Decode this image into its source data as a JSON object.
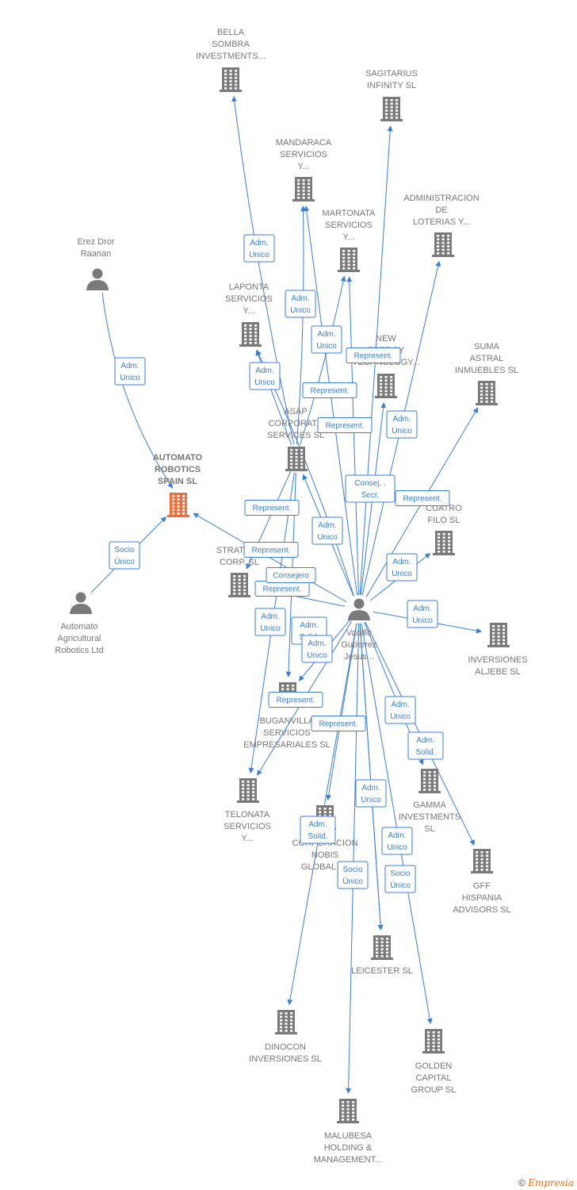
{
  "colors": {
    "edge": "#3b7fd4",
    "building": "#7a7a7a",
    "focus": "#f26b3a",
    "person": "#7a7a7a"
  },
  "footer": {
    "copyright": "©",
    "brand": "Empresia"
  },
  "nodes": [
    {
      "id": "bella",
      "kind": "building",
      "label": [
        "BELLA",
        "SOMBRA",
        "INVESTMENTS..."
      ]
    },
    {
      "id": "sagitarius",
      "kind": "building",
      "label": [
        "SAGITARIUS",
        "INFINITY SL"
      ]
    },
    {
      "id": "mandaraca",
      "kind": "building",
      "label": [
        "MANDARACA",
        "SERVICIOS",
        "Y..."
      ]
    },
    {
      "id": "martonata",
      "kind": "building",
      "label": [
        "MARTONATA",
        "SERVICIOS",
        "Y..."
      ]
    },
    {
      "id": "administracion",
      "kind": "building",
      "label": [
        "ADMINISTRACION",
        "DE",
        "LOTERIAS Y..."
      ]
    },
    {
      "id": "erez",
      "kind": "person",
      "label": [
        "Erez Dror",
        "Raanan"
      ]
    },
    {
      "id": "laponta",
      "kind": "building",
      "label": [
        "LAPONTA",
        "SERVICIOS",
        "Y..."
      ]
    },
    {
      "id": "newenergy",
      "kind": "building",
      "label": [
        "NEW",
        "ENERGY",
        "TECHNOLOGY..."
      ]
    },
    {
      "id": "suma",
      "kind": "building",
      "label": [
        "SUMA",
        "ASTRAL",
        "INMUEBLES SL"
      ]
    },
    {
      "id": "asap",
      "kind": "building",
      "label": [
        "ASAP",
        "CORPORATE",
        "SERVICES SL"
      ]
    },
    {
      "id": "automato",
      "kind": "focus",
      "label": [
        "AUTOMATO",
        "ROBOTICS",
        "SPAIN SL"
      ]
    },
    {
      "id": "cuatro",
      "kind": "building",
      "label": [
        "CUATRO",
        "FILO SL"
      ]
    },
    {
      "id": "strategy",
      "kind": "building",
      "label": [
        "STRATEGY",
        "CORP. SL"
      ]
    },
    {
      "id": "agricultural",
      "kind": "person",
      "label": [
        "Automato",
        "Agricultural",
        "Robotics Ltd"
      ]
    },
    {
      "id": "vadillo",
      "kind": "person",
      "label": [
        "Vadillo",
        "Gutierrez",
        "Jesus..."
      ]
    },
    {
      "id": "aljebe",
      "kind": "building",
      "label": [
        "INVERSIONES",
        "ALJEBE SL"
      ]
    },
    {
      "id": "buganvilla",
      "kind": "building",
      "label": [
        "BUGANVILLA",
        "SERVICIOS",
        "EMPRESARIALES SL"
      ]
    },
    {
      "id": "gamma",
      "kind": "building",
      "label": [
        "GAMMA",
        "INVESTMENTS",
        "SL"
      ]
    },
    {
      "id": "telonata",
      "kind": "building",
      "label": [
        "TELONATA",
        "SERVICIOS",
        "Y..."
      ]
    },
    {
      "id": "corporacion",
      "kind": "building",
      "label": [
        "CORPORACION",
        "NOBIS",
        "GLOBAL SL"
      ]
    },
    {
      "id": "gff",
      "kind": "building",
      "label": [
        "GFF",
        "HISPANIA",
        "ADVISORS SL"
      ]
    },
    {
      "id": "leicester",
      "kind": "building",
      "label": [
        "LEICESTER SL"
      ]
    },
    {
      "id": "dinocon",
      "kind": "building",
      "label": [
        "DINOCON",
        "INVERSIONES SL"
      ]
    },
    {
      "id": "golden",
      "kind": "building",
      "label": [
        "GOLDEN",
        "CAPITAL",
        "GROUP SL"
      ]
    },
    {
      "id": "malubesa",
      "kind": "building",
      "label": [
        "MALUBESA",
        "HOLDING &",
        "MANAGEMENT..."
      ]
    }
  ],
  "edges": [
    {
      "from": "erez",
      "to": "automato",
      "label": [
        "Adm.",
        "Unico"
      ]
    },
    {
      "from": "agricultural",
      "to": "automato",
      "label": [
        "Socio",
        "Único"
      ]
    },
    {
      "from": "vadillo",
      "to": "automato",
      "label": [
        "Represent."
      ]
    },
    {
      "from": "asap",
      "to": "bella",
      "label": [
        "Adm.",
        "Unico"
      ]
    },
    {
      "from": "asap",
      "to": "mandaraca",
      "label": [
        "Adm.",
        "Unico"
      ]
    },
    {
      "from": "vadillo",
      "to": "mandaraca",
      "label": [
        "Represent."
      ]
    },
    {
      "from": "asap",
      "to": "martonata",
      "label": [
        "Adm.",
        "Unico"
      ]
    },
    {
      "from": "vadillo",
      "to": "martonata",
      "label": [
        "Represent."
      ]
    },
    {
      "from": "asap",
      "to": "laponta",
      "label": [
        "Adm.",
        "Unico"
      ]
    },
    {
      "from": "vadillo",
      "to": "laponta",
      "label": [
        "Represent."
      ]
    },
    {
      "from": "vadillo",
      "to": "sagitarius",
      "label": [
        "Adm.",
        "Unico"
      ]
    },
    {
      "from": "vadillo",
      "to": "newenergy",
      "label": [
        "Consej. .",
        "Secr."
      ]
    },
    {
      "from": "vadillo",
      "to": "administracion",
      "label": [
        "Represent."
      ]
    },
    {
      "from": "vadillo",
      "to": "suma",
      "label": [
        "Adm.",
        "Unico"
      ]
    },
    {
      "from": "vadillo",
      "to": "asap",
      "label": [
        "Adm.",
        "Unico"
      ]
    },
    {
      "from": "vadillo",
      "to": "cuatro",
      "label": [
        "Represent."
      ]
    },
    {
      "from": "vadillo",
      "to": "strategy",
      "label": [
        "Represent."
      ]
    },
    {
      "from": "asap",
      "to": "strategy",
      "label": [
        "Adm.",
        "Unico"
      ]
    },
    {
      "from": "vadillo",
      "to": "aljebe",
      "label": [
        "Adm.",
        "Solid."
      ]
    },
    {
      "from": "vadillo",
      "to": "buganvilla",
      "label": [
        "Consejero"
      ]
    },
    {
      "from": "asap",
      "to": "buganvilla",
      "label": [
        "Adm.",
        "Unico"
      ]
    },
    {
      "from": "asap",
      "to": "telonata",
      "label": [
        "Adm.",
        "Unico"
      ]
    },
    {
      "from": "vadillo",
      "to": "telonata",
      "label": [
        "Represent."
      ]
    },
    {
      "from": "vadillo",
      "to": "corporacion",
      "label": [
        "Represent."
      ]
    },
    {
      "from": "vadillo",
      "to": "gamma",
      "label": [
        "Adm.",
        "Unico"
      ]
    },
    {
      "from": "vadillo",
      "to": "gff",
      "label": [
        "Adm.",
        "Solid."
      ]
    },
    {
      "from": "vadillo",
      "to": "leicester",
      "label": [
        "Adm.",
        "Unico"
      ]
    },
    {
      "from": "vadillo",
      "to": "dinocon",
      "label": [
        "Adm.",
        "Solid."
      ]
    },
    {
      "from": "vadillo",
      "to": "golden",
      "label": [
        "Adm.",
        "Unico"
      ]
    },
    {
      "from": "vadillo",
      "to": "malubesa",
      "label": [
        "Socio",
        "Único"
      ]
    },
    {
      "from": "vadillo",
      "to": "leicester",
      "label": [
        "Socio",
        "Único"
      ]
    }
  ]
}
